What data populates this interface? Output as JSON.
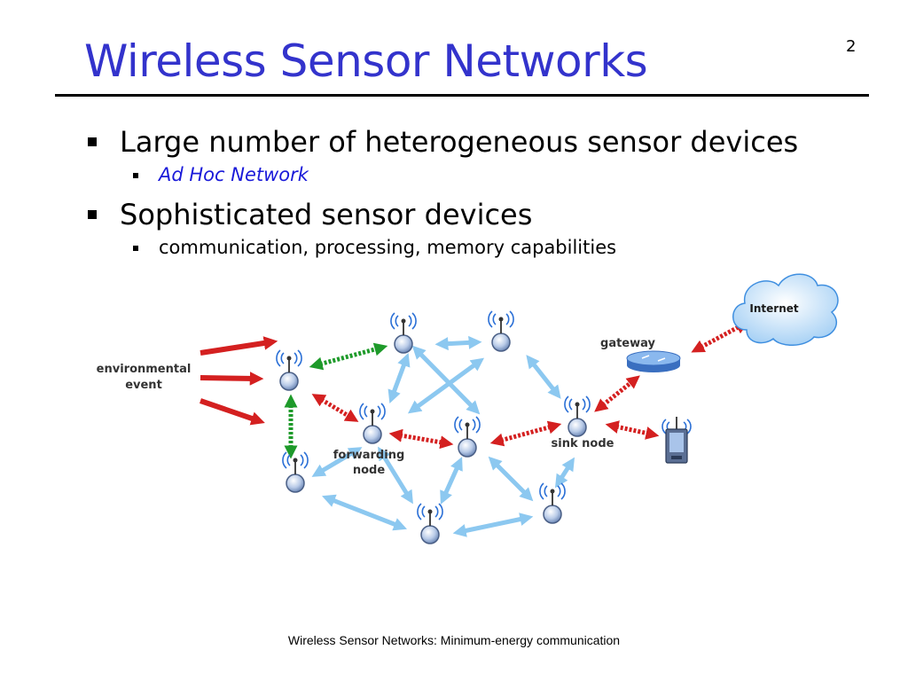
{
  "slide": {
    "title": "Wireless Sensor Networks",
    "page_number": "2",
    "footer": "Wireless Sensor Networks: Minimum-energy communication"
  },
  "bullets": [
    {
      "text": "Large number of heterogeneous sensor devices",
      "sub": [
        {
          "text": "Ad Hoc Network",
          "style": "italic"
        }
      ]
    },
    {
      "text": "Sophisticated sensor devices",
      "sub": [
        {
          "text": "communication, processing, memory capabilities",
          "style": "plain"
        }
      ]
    }
  ],
  "diagram": {
    "labels": {
      "environmental_event_line1": "environmental",
      "environmental_event_line2": "event",
      "forwarding_node_line1": "forwarding",
      "forwarding_node_line2": "node",
      "sink_node": "sink node",
      "gateway": "gateway",
      "internet": "Internet"
    },
    "colors": {
      "event_arrow": "#d42020",
      "green_link": "#1e9a2a",
      "red_link": "#d42020",
      "blue_link": "#8cc8f0",
      "node_fill": "#9fb7dc",
      "cloud_fill": "#cfe6fb",
      "gateway_fill": "#6aa0e0"
    },
    "icons": [
      "sensor-node-icon",
      "cloud-icon",
      "router-icon",
      "pda-icon"
    ]
  }
}
